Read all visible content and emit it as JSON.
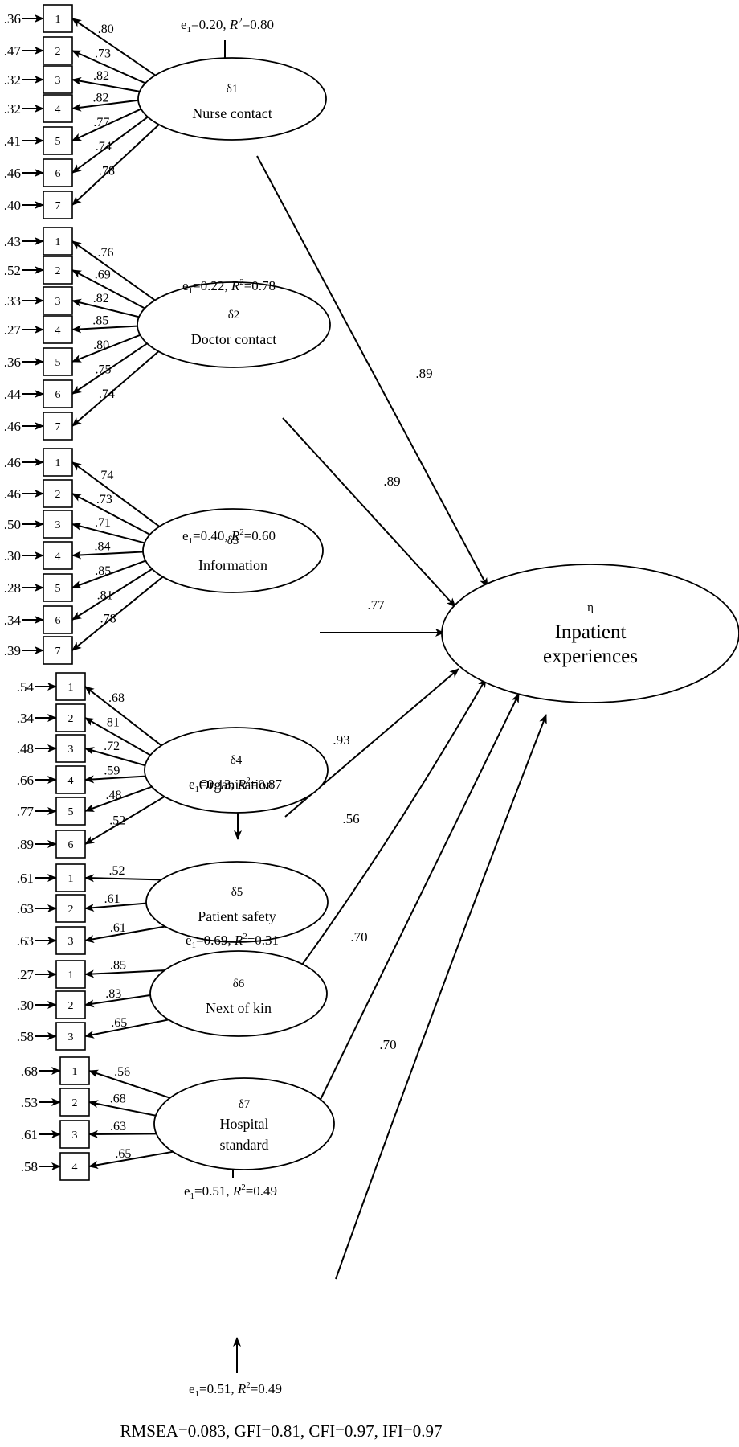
{
  "outcome": {
    "symbol": "η",
    "lines": [
      "Inpatient",
      "experiences"
    ]
  },
  "factors": [
    {
      "symbol": "δ1",
      "lines": [
        "Nurse contact"
      ],
      "annotation": {
        "e": "0.20",
        "r2": "0.80",
        "position": "above"
      },
      "path": ".89",
      "items": [
        {
          "label": "1",
          "loading": ".80",
          "error": ".36"
        },
        {
          "label": "2",
          "loading": ".73",
          "error": ".47"
        },
        {
          "label": "3",
          "loading": ".82",
          "error": ".32"
        },
        {
          "label": "4",
          "loading": ".82",
          "error": ".32"
        },
        {
          "label": "5",
          "loading": ".77",
          "error": ".41"
        },
        {
          "label": "6",
          "loading": ".74",
          "error": ".46"
        },
        {
          "label": "7",
          "loading": ".78",
          "error": ".40"
        }
      ]
    },
    {
      "symbol": "δ2",
      "lines": [
        "Doctor contact"
      ],
      "annotation": {
        "e": "0.22",
        "r2": "0.78",
        "position": "above"
      },
      "path": ".89",
      "items": [
        {
          "label": "1",
          "loading": ".76",
          "error": ".43"
        },
        {
          "label": "2",
          "loading": ".69",
          "error": ".52"
        },
        {
          "label": "3",
          "loading": ".82",
          "error": ".33"
        },
        {
          "label": "4",
          "loading": ".85",
          "error": ".27"
        },
        {
          "label": "5",
          "loading": ".80",
          "error": ".36"
        },
        {
          "label": "6",
          "loading": ".75",
          "error": ".44"
        },
        {
          "label": "7",
          "loading": ".74",
          "error": ".46"
        }
      ]
    },
    {
      "symbol": "δ3",
      "lines": [
        "Information"
      ],
      "annotation": {
        "e": "0.40",
        "r2": "0.60",
        "position": "above"
      },
      "path": ".77",
      "items": [
        {
          "label": "1",
          "loading": "74",
          "error": ".46"
        },
        {
          "label": "2",
          "loading": ".73",
          "error": ".46"
        },
        {
          "label": "3",
          "loading": ".71",
          "error": ".50"
        },
        {
          "label": "4",
          "loading": ".84",
          "error": ".30"
        },
        {
          "label": "5",
          "loading": ".85",
          "error": ".28"
        },
        {
          "label": "6",
          "loading": ".81",
          "error": ".34"
        },
        {
          "label": "7",
          "loading": ".78",
          "error": ".39"
        }
      ]
    },
    {
      "symbol": "δ4",
      "lines": [
        "Organisation"
      ],
      "annotation": {
        "e": "0.13",
        "r2": "0.87",
        "position": "above"
      },
      "path": ".93",
      "items": [
        {
          "label": "1",
          "loading": ".68",
          "error": ".54"
        },
        {
          "label": "2",
          "loading": "81",
          "error": ".34"
        },
        {
          "label": "3",
          "loading": ".72",
          "error": ".48"
        },
        {
          "label": "4",
          "loading": ".59",
          "error": ".66"
        },
        {
          "label": "5",
          "loading": ".48",
          "error": ".77"
        },
        {
          "label": "6",
          "loading": ".52",
          "error": ".89"
        }
      ]
    },
    {
      "symbol": "δ5",
      "lines": [
        "Patient safety"
      ],
      "annotation": {
        "e": "0.69",
        "r2": "0.31",
        "position": "above"
      },
      "path": ".56",
      "items": [
        {
          "label": "1",
          "loading": ".52",
          "error": ".61"
        },
        {
          "label": "2",
          "loading": ".61",
          "error": ".63"
        },
        {
          "label": "3",
          "loading": ".61",
          "error": ".63"
        }
      ]
    },
    {
      "symbol": "δ6",
      "lines": [
        "Next of kin"
      ],
      "annotation": {
        "e": "0.51",
        "r2": "0.49",
        "position": "below"
      },
      "path": ".70",
      "items": [
        {
          "label": "1",
          "loading": ".85",
          "error": ".27"
        },
        {
          "label": "2",
          "loading": ".83",
          "error": ".30"
        },
        {
          "label": "3",
          "loading": ".65",
          "error": ".58"
        }
      ]
    },
    {
      "symbol": "δ7",
      "lines": [
        "Hospital",
        "standard"
      ],
      "annotation": {
        "e": "0.51",
        "r2": "0.49",
        "position": "below"
      },
      "path": ".70",
      "items": [
        {
          "label": "1",
          "loading": ".56",
          "error": ".68"
        },
        {
          "label": "2",
          "loading": ".68",
          "error": ".53"
        },
        {
          "label": "3",
          "loading": ".63",
          "error": ".61"
        },
        {
          "label": "4",
          "loading": ".65",
          "error": ".58"
        }
      ]
    }
  ],
  "fit": {
    "text": "RMSEA=0.083, GFI=0.81, CFI=0.97, IFI=0.97"
  }
}
